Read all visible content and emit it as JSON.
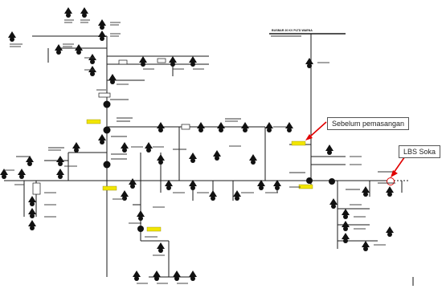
{
  "callouts": {
    "before_install": "Sebelum pemasangan",
    "lbs_soka": "LBS Soka"
  },
  "source": {
    "busbar_title": "BUSBAR 20 KV PLTD WAENA"
  },
  "colors": {
    "line": "#1a1a1a",
    "symbol": "#111111",
    "recloser_tag": "#f2e600",
    "arrow": "#e10000",
    "lbs_ring": "#e10000"
  }
}
